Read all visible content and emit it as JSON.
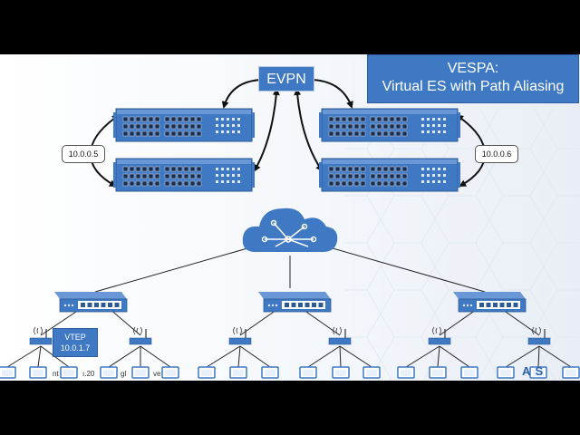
{
  "title": {
    "line1": "VESPA:",
    "line2": "Virtual ES with Path Aliasing"
  },
  "evpn_label": "EVPN",
  "ip_left": "10.0.0.5",
  "ip_right": "10.0.0.6",
  "vtep": {
    "line1": "VTEP",
    "line2": "10.0.1.7"
  },
  "fragments": [
    "nt",
    "ı.20",
    "gl",
    "ve"
  ],
  "logo_text": "A  S",
  "colors": {
    "accent": "#3f79c4",
    "device": "#3f79c4",
    "line": "#222222"
  },
  "icons": {
    "switch": "rack-switch-icon",
    "cloud": "network-cloud-icon",
    "leaf": "leaf-switch-icon",
    "ap": "wireless-access-point-icon",
    "laptop": "laptop-icon"
  }
}
